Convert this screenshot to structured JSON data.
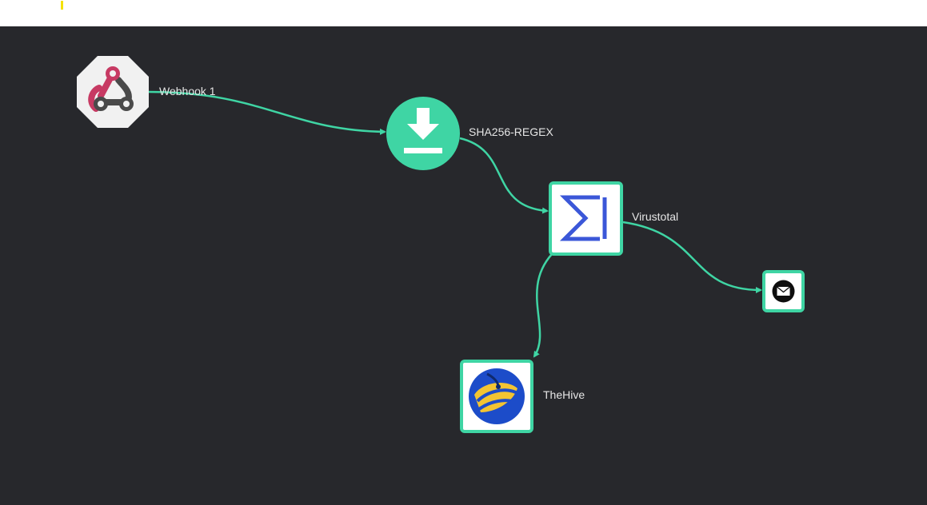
{
  "workflow": {
    "nodes": {
      "webhook": {
        "label": "Webhook 1",
        "icon": "webhook-icon"
      },
      "sha": {
        "label": "SHA256-REGEX",
        "icon": "download-icon"
      },
      "virustotal": {
        "label": "Virustotal",
        "icon": "sigma-icon"
      },
      "email": {
        "label": "",
        "icon": "email-icon"
      },
      "thehive": {
        "label": "TheHive",
        "icon": "thehive-icon"
      }
    }
  },
  "colors": {
    "canvas_background": "#27282c",
    "edge": "#3fd5a4",
    "node_border": "#3fd5a4",
    "label_text": "#e6e6e6",
    "webhook_red": "#c73a63",
    "virustotal_blue": "#3b57d8",
    "thehive_blue": "#1c4cc9",
    "thehive_yellow": "#f3c432",
    "top_indicator": "#f4e100"
  }
}
